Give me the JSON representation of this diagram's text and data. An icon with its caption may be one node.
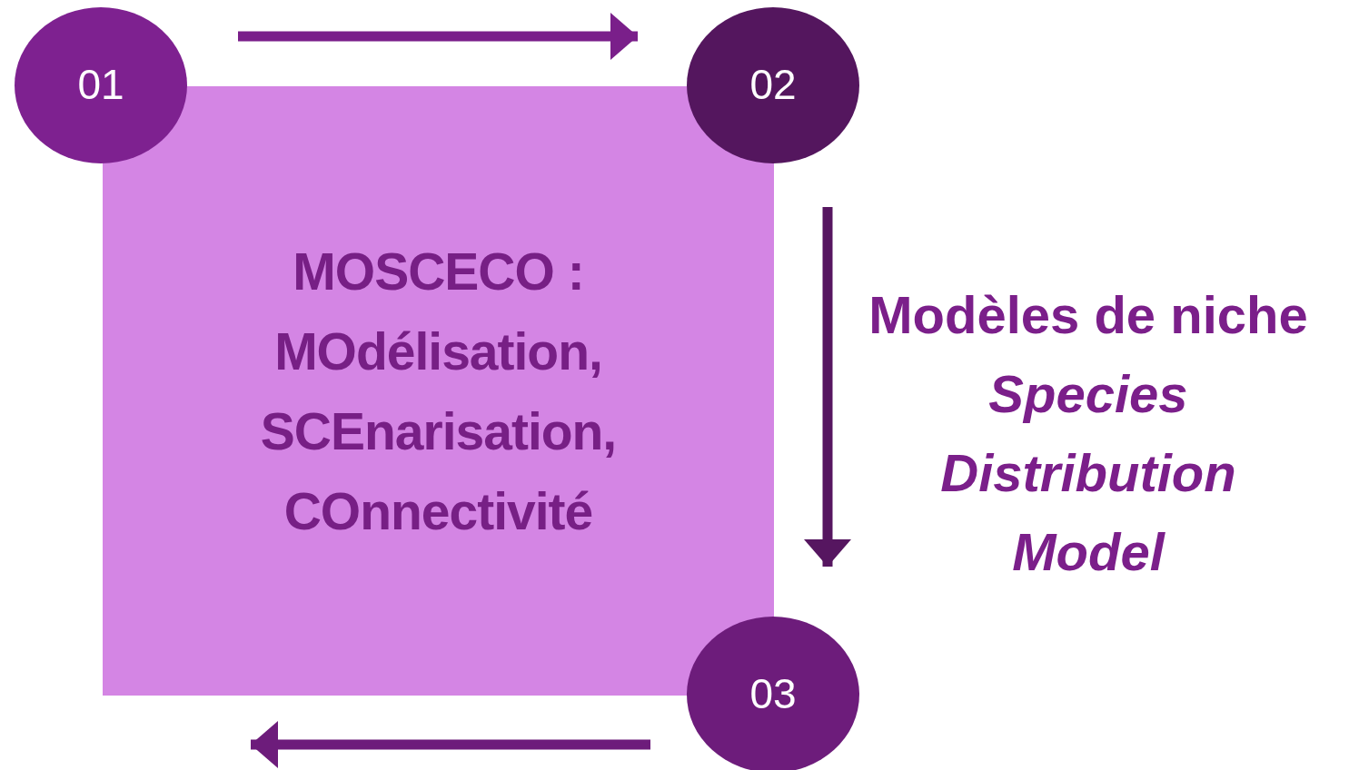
{
  "diagram": {
    "nodes": [
      {
        "text": [
          "01"
        ]
      },
      {
        "text": [
          "02"
        ]
      },
      {
        "text": [
          "MOSCECO : MOdélisation, SCEnarisation, COnnectivité"
        ]
      },
      {
        "text": [
          "03"
        ]
      }
    ],
    "edges": [
      {
        "from": 0,
        "to": 1,
        "arrow": "to"
      },
      {
        "from": 1,
        "to": 3,
        "arrow": "to"
      },
      {
        "from": 3,
        "to": 2,
        "arrow": "to"
      }
    ],
    "labels": [
      "Modèles de niche",
      "Species Distribution Model"
    ]
  }
}
